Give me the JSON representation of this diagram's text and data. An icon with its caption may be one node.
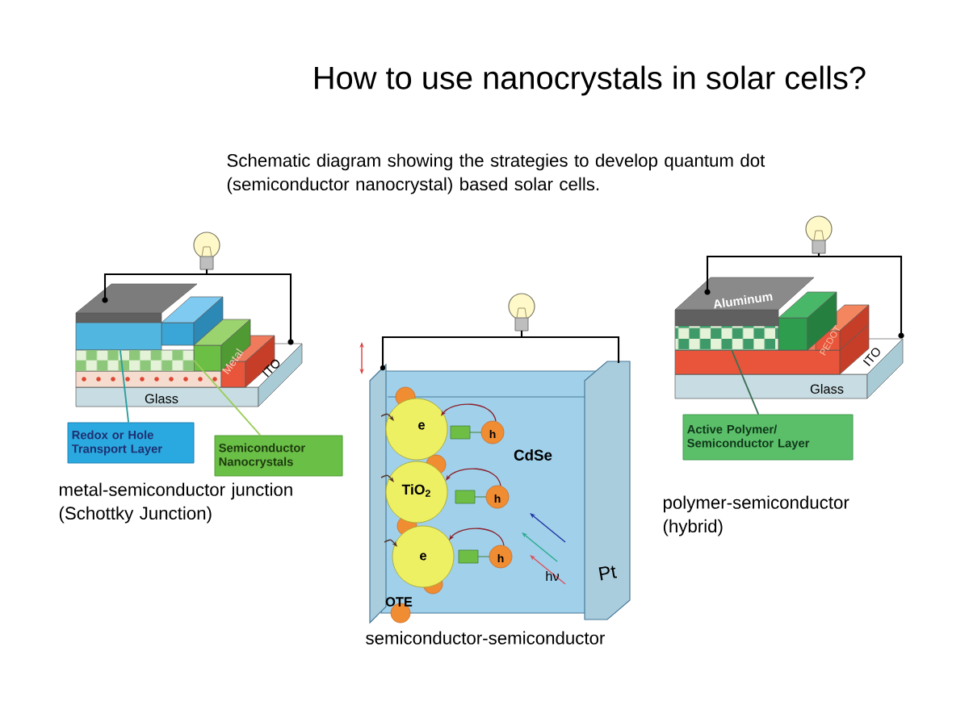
{
  "diagram": {
    "title": "How to use nanocrystals in solar cells?",
    "caption": "Schematic diagram showing the strategies to develop quantum dot (semiconductor nanocrystal) based solar cells.",
    "nodes": [
      {
        "text": [
          "Redox or Hole Transport Layer"
        ]
      },
      {
        "text": [
          "Semiconductor Nanocrystals"
        ]
      },
      {
        "text": [],
        "shape": "box"
      },
      {
        "text": [],
        "shape": "box"
      },
      {
        "text": [
          "Active Polymer/ Semiconductor Layer"
        ]
      },
      {
        "text": [],
        "shape": "box"
      }
    ],
    "edges": [
      {
        "from": 0,
        "to": 2,
        "arrow": "none",
        "color": "#2a9d9f"
      },
      {
        "from": 1,
        "to": 3,
        "arrow": "none",
        "color": "#9acd5a"
      },
      {
        "from": 4,
        "to": 5,
        "arrow": "none",
        "color": "#3d6f55"
      }
    ],
    "labels": [
      "Metal",
      "ITO",
      "Glass",
      "e",
      "h",
      "CdSe",
      "TiO$_{2}$",
      "h",
      "e",
      "h",
      "hν",
      "Pt",
      "OTE",
      "Aluminum",
      "PEDOT",
      "ITO",
      "Glass",
      "metal-semiconductor junction (Schottky Junction)",
      "polymer-semiconductor (hybrid)",
      "semiconductor-semiconductor"
    ]
  }
}
